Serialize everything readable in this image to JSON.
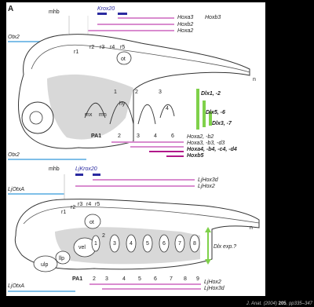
{
  "panel_letter": "A",
  "top_panel": {
    "boundary_labels": [
      "mhb"
    ],
    "gene_top": "Krox20",
    "hox_labels": [
      "Hoxa3",
      "Hoxb3",
      "Hoxb2",
      "Hoxa2"
    ],
    "otx_label_top": "Otx2",
    "otx_label_bottom": "Otx2",
    "rhombomeres": [
      "r1",
      "r2",
      "r3",
      "r4",
      "r5"
    ],
    "otic": "ot",
    "notochord": "n",
    "arch_numbers": [
      "1",
      "2",
      "3",
      "4"
    ],
    "hy": "hy",
    "mx": "mx",
    "mn": "mn",
    "pa_labels": [
      "PA1",
      "2",
      "3",
      "4",
      "6"
    ],
    "dlx_labels": [
      "Dlx1, -2",
      "Dlx5, -6",
      "Dlx3, -7"
    ],
    "hox_bottom_labels": [
      "Hoxa2, -b2",
      "Hoxa3, -b3, -d3",
      "Hoxa4, -b4, -c4, -d4",
      "Hoxb5"
    ]
  },
  "bottom_panel": {
    "boundary_labels": [
      "mhb"
    ],
    "gene_top": "LjKrox20",
    "hox_labels": [
      "LjHox3d",
      "LjHox2"
    ],
    "otx_label_top": "LjOtxA",
    "otx_label_bottom": "LjOtxA",
    "rhombomeres": [
      "r1",
      "r2",
      "r3",
      "r4",
      "r5"
    ],
    "otic": "ot",
    "notochord": "n",
    "vel": "vel",
    "ulp": "ulp",
    "llp": "llp",
    "pouch_numbers": [
      "1",
      "2",
      "3",
      "4",
      "5",
      "6",
      "7",
      "8"
    ],
    "dlx_label": "Dlx exp.?",
    "pa_labels": [
      "PA1",
      "2",
      "3",
      "4",
      "5",
      "6",
      "7",
      "8",
      "9"
    ],
    "hox_bottom_labels": [
      "LjHox2",
      "LjHox3d"
    ]
  },
  "citation": {
    "journal": "J. Anat.",
    "year": "(2004)",
    "volume": "205",
    "pages": ", pp335–347"
  },
  "colors": {
    "background": "#000000",
    "panel": "#ffffff",
    "otx_blue": "#7fbfe8",
    "krox_blue": "#2a2aa0",
    "hox_pink": "#d98ccf",
    "hox_magenta": "#b0198a",
    "dlx_green": "#7fd14a",
    "tissue_gray": "#c8c8c8"
  }
}
